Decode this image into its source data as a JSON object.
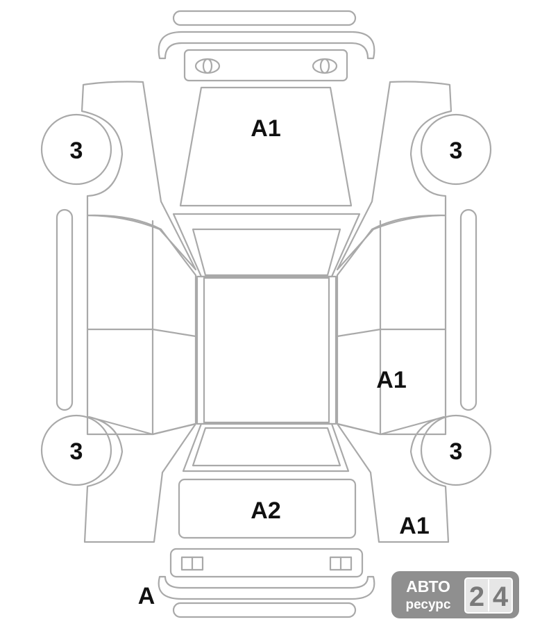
{
  "diagram": {
    "labels": {
      "hood": "A1",
      "right_rear_door": "A1",
      "right_rear_quarter": "A1",
      "trunk": "A2",
      "rear_bumper": "A",
      "front_left_wheel": "3",
      "front_right_wheel": "3",
      "rear_left_wheel": "3",
      "rear_right_wheel": "3"
    }
  },
  "watermark": {
    "line1": "АВТО",
    "line2": "ресурс",
    "digit1": "2",
    "digit2": "4"
  },
  "colors": {
    "outline": "#a9a9a9",
    "label": "#111111",
    "badge_bg": "#8f8f8f"
  }
}
